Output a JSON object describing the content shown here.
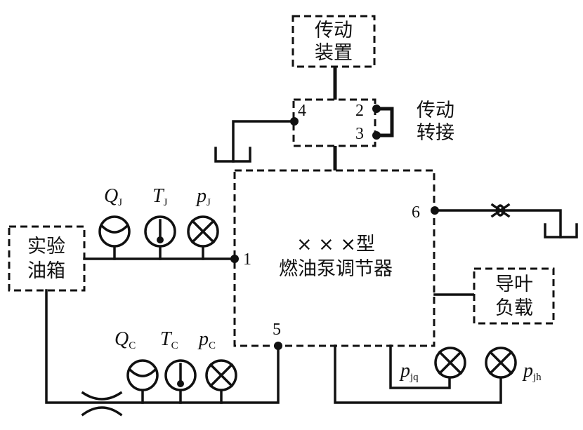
{
  "boxes": {
    "drive_device": [
      "传动",
      "装置"
    ],
    "adapter_label": [
      "传动",
      "转接"
    ],
    "regulator": [
      "× × ×型",
      "燃油泵调节器"
    ],
    "tank": [
      "实验",
      "油箱"
    ],
    "guide_vane": [
      "导叶",
      "负载"
    ]
  },
  "ports": {
    "p1": "1",
    "p2": "2",
    "p3": "3",
    "p4": "4",
    "p5": "5",
    "p6": "6"
  },
  "inlet_instruments": [
    {
      "sym": "Q",
      "sub": "J",
      "icon": "flow-meter-icon"
    },
    {
      "sym": "T",
      "sub": "J",
      "icon": "thermometer-icon"
    },
    {
      "sym": "p",
      "sub": "J",
      "icon": "pressure-gauge-icon"
    }
  ],
  "return_instruments": [
    {
      "sym": "Q",
      "sub": "C",
      "icon": "flow-meter-icon"
    },
    {
      "sym": "T",
      "sub": "C",
      "icon": "thermometer-icon"
    },
    {
      "sym": "p",
      "sub": "C",
      "icon": "pressure-gauge-icon"
    }
  ],
  "outlet_gauges": [
    {
      "sym": "p",
      "sub": "jq",
      "icon": "pressure-gauge-icon"
    },
    {
      "sym": "p",
      "sub": "jh",
      "icon": "pressure-gauge-icon"
    }
  ]
}
